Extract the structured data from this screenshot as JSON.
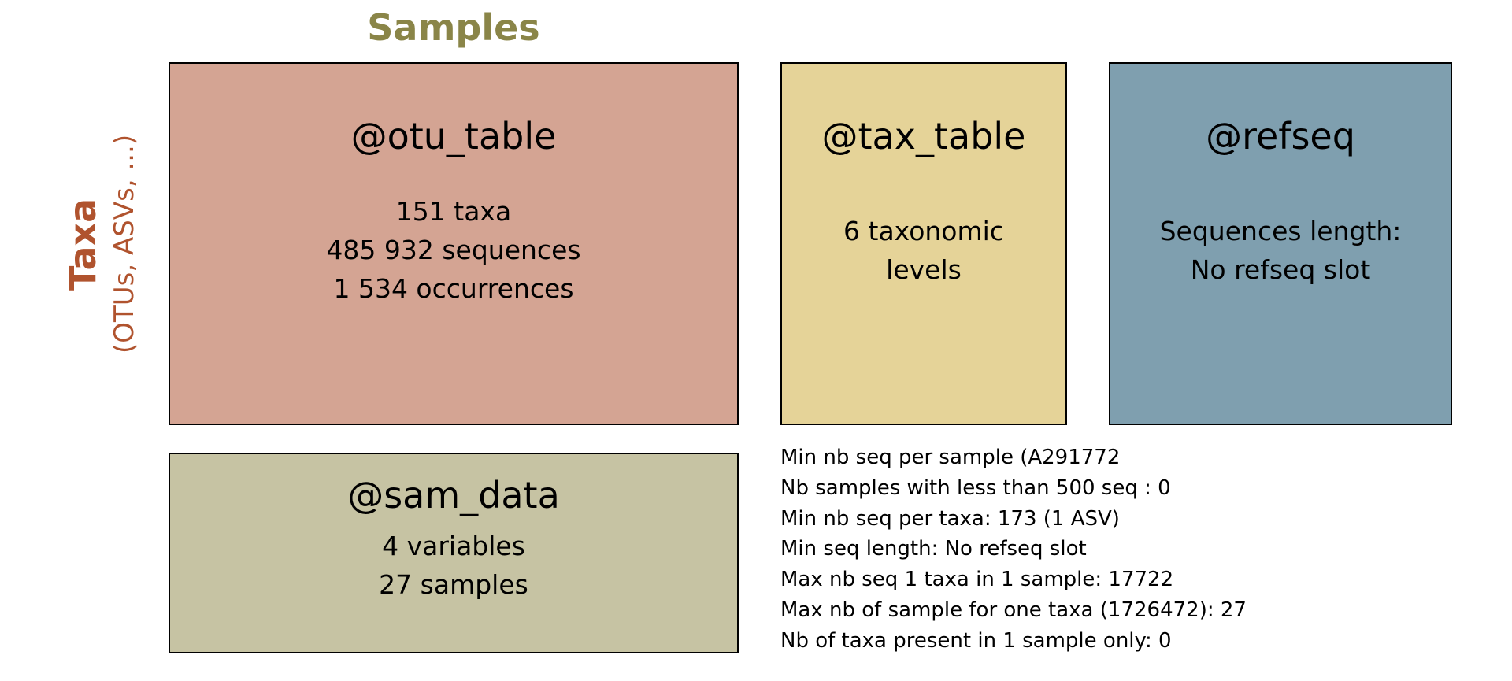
{
  "colors": {
    "samples_title": "#8a8548",
    "taxa_label": "#b0532e",
    "otu_table": "#d4a493",
    "tax_table": "#e5d398",
    "refseq": "#7f9faf",
    "sam_data": "#c6c3a3",
    "border": "#000000",
    "text": "#000000"
  },
  "samples_title": "Samples",
  "taxa": {
    "title": "Taxa",
    "subtitle": "(OTUs, ASVs, ...)"
  },
  "otu_table": {
    "title": "@otu_table",
    "lines": [
      "151 taxa",
      "485 932 sequences",
      "1 534 occurrences"
    ]
  },
  "tax_table": {
    "title": "@tax_table",
    "lines": [
      "6 taxonomic",
      "levels"
    ]
  },
  "refseq": {
    "title": "@refseq",
    "lines": [
      "Sequences length:",
      "No refseq slot"
    ]
  },
  "sam_data": {
    "title": "@sam_data",
    "lines": [
      "4 variables",
      "27 samples"
    ]
  },
  "summary": [
    "Min nb seq per sample (A291772",
    "Nb samples with less than 500 seq : 0",
    "Min nb seq per taxa: 173 (1 ASV)",
    "Min seq length: No refseq slot",
    "Max nb seq 1 taxa in 1 sample: 17722",
    "Max nb of sample for one taxa (1726472): 27",
    "Nb of taxa present in 1 sample only: 0"
  ]
}
